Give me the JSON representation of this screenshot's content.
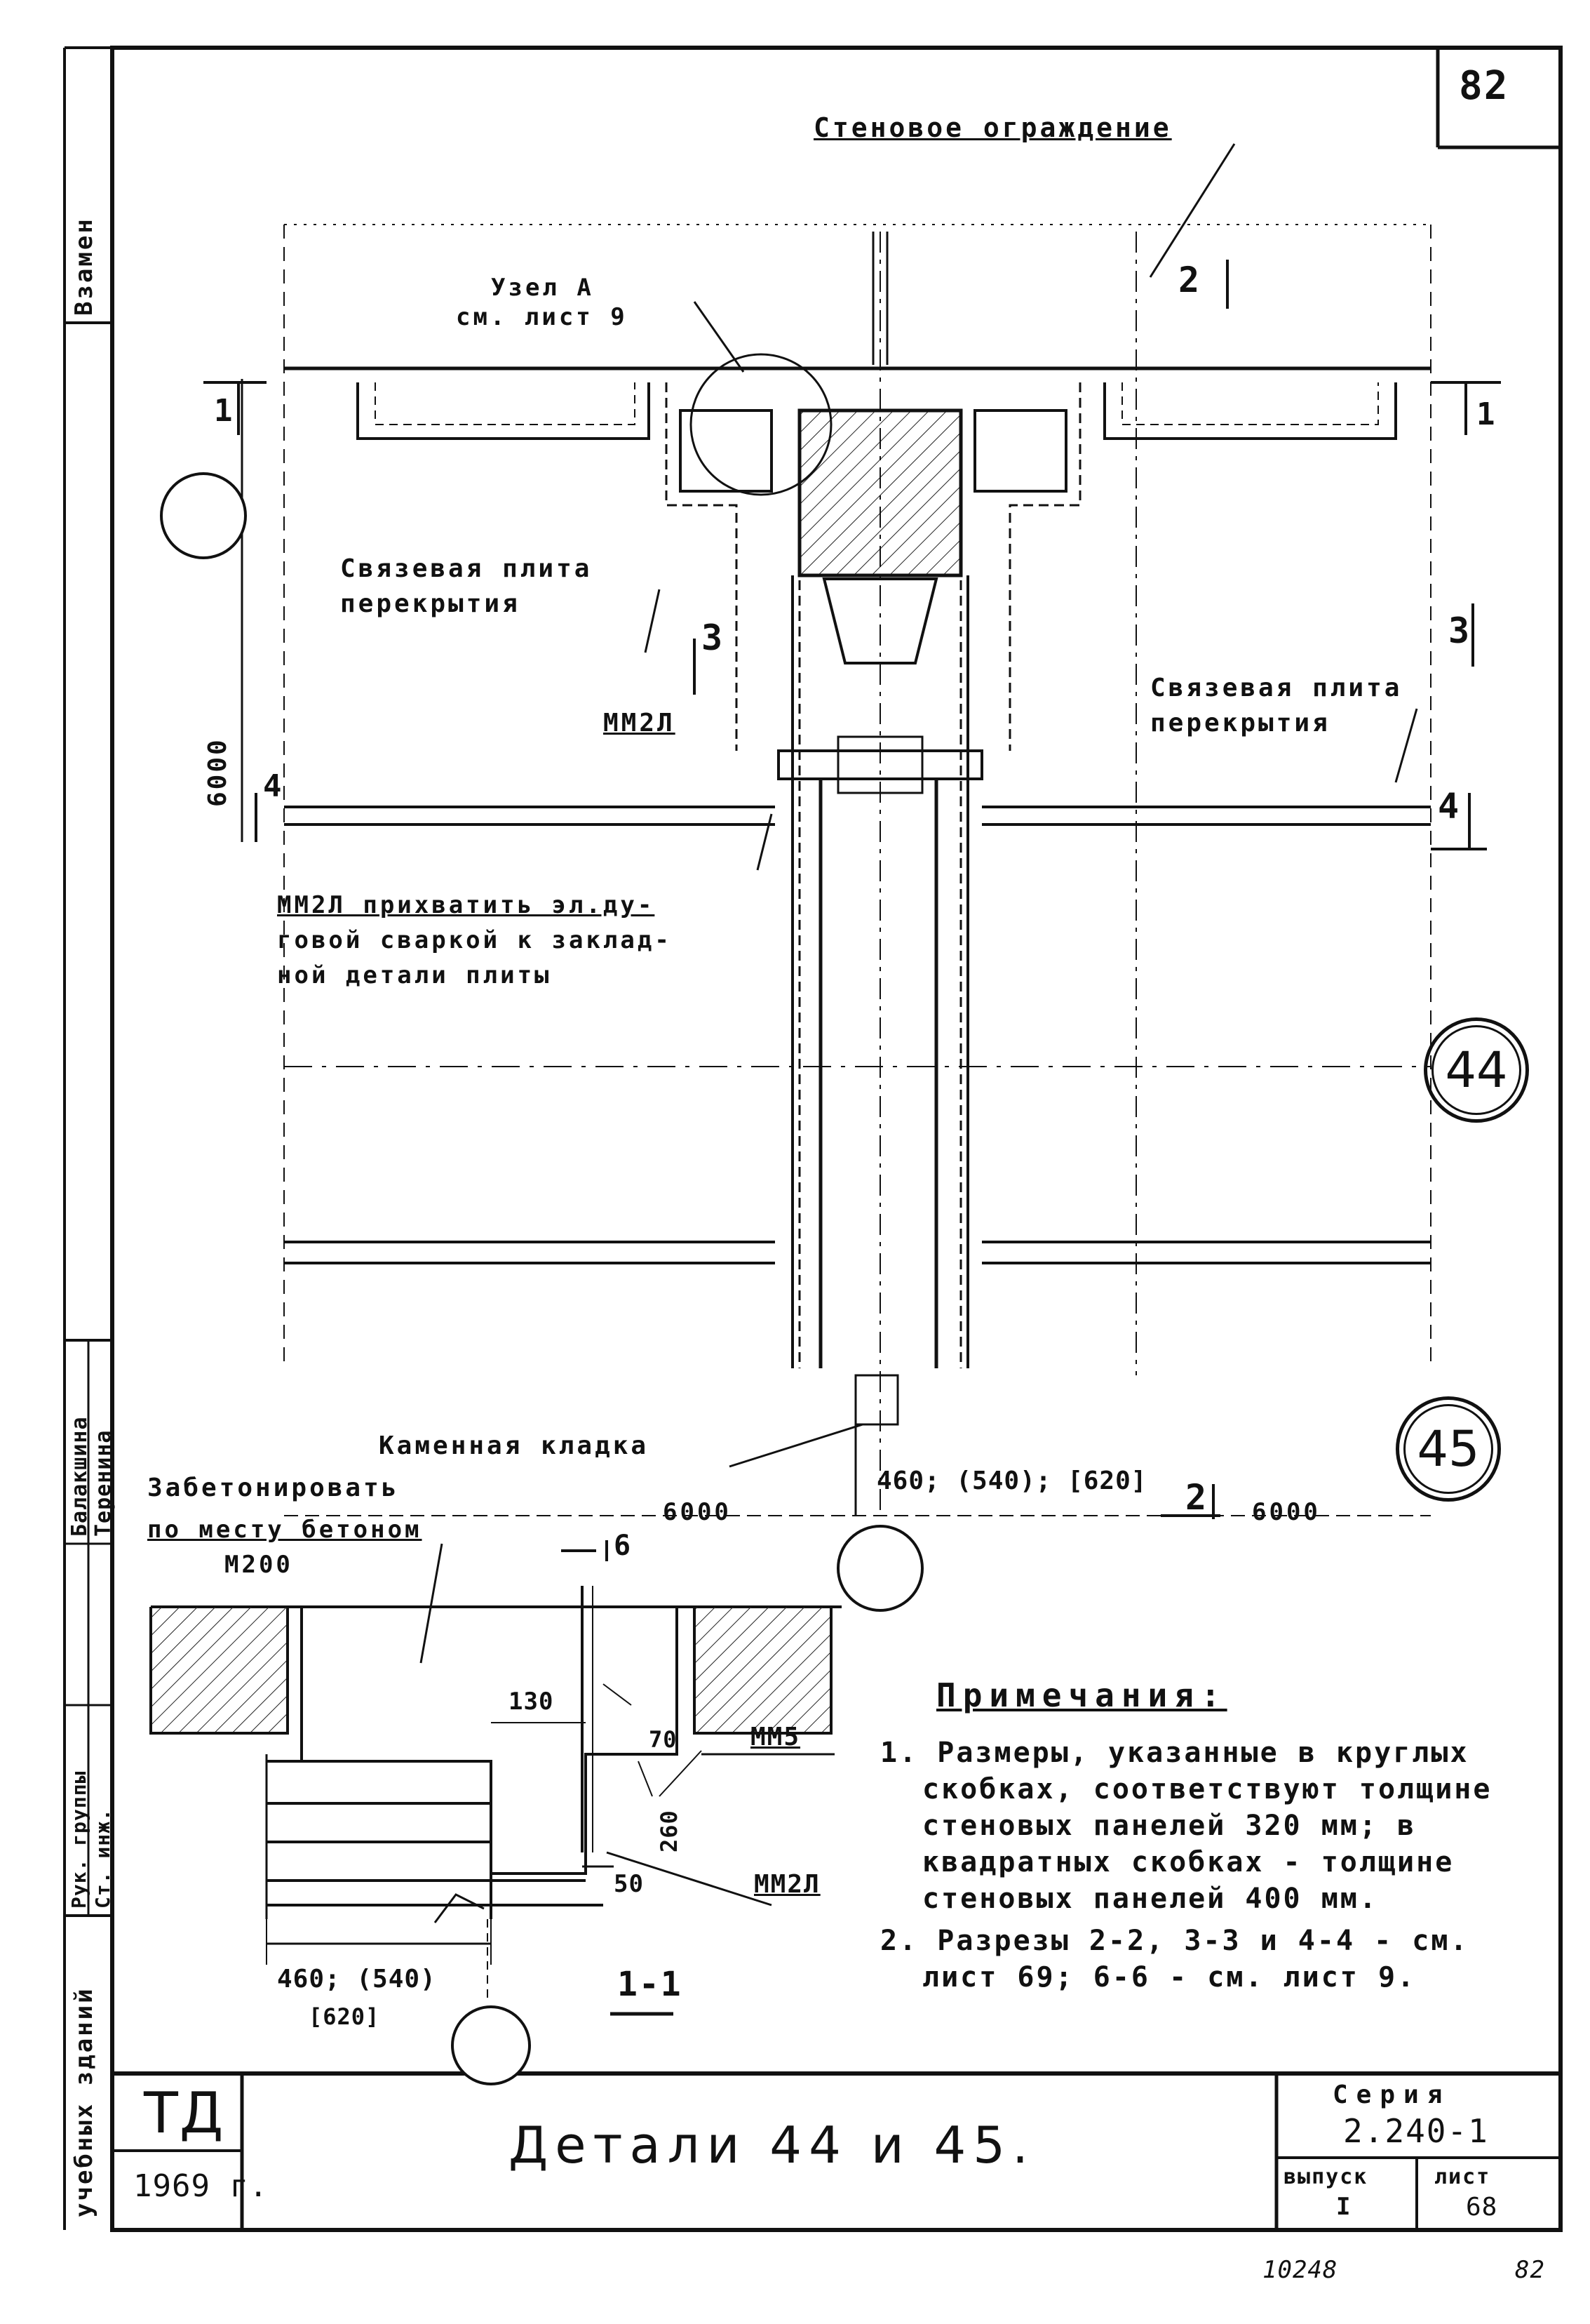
{
  "sheet_number": "82",
  "labels": {
    "wall_enclosure": "Стеновое ограждение",
    "node_a": "Узел А",
    "node_a_ref": "см. лист 9",
    "tie_plate_left_1": "Связевая плита",
    "tie_plate_left_2": "перекрытия",
    "tie_plate_right_1": "Связевая плита",
    "tie_plate_right_2": "перекрытия",
    "mm2l": "ММ2Л",
    "mm2l_weld_1": "ММ2Л прихватить эл.ду-",
    "mm2l_weld_2": "говой сваркой к заклад-",
    "mm2l_weld_3": "ной детали плиты",
    "dim_6000_vertical": "6000",
    "masonry": "Каменная кладка",
    "concrete_1": "Забетонировать",
    "concrete_2": "по месту бетоном",
    "concrete_3": "М200",
    "dim_460": "460; (540); [620]",
    "dim_6000_left": "6000",
    "dim_6000_right": "6000",
    "dim_130": "130",
    "dim_70": "70",
    "dim_260": "260",
    "dim_50": "50",
    "mm5": "ММ5",
    "mm2l_section": "ММ2Л",
    "dim_460_bottom": "460; (540)",
    "dim_620_bottom": "[620]",
    "section_1_1": "1-1",
    "detail_44": "44",
    "detail_45": "45",
    "cut_1": "1",
    "cut_2": "2",
    "cut_3": "3",
    "cut_4": "4",
    "cut_6": "6"
  },
  "notes": {
    "title": "Примечания:",
    "items": [
      "1. Размеры, указанные в круглых скобках, соответствуют толщине стеновых панелей 320 мм; в квадратных скобках - толщине стеновых панелей 400 мм.",
      "2. Разрезы 2-2, 3-3 и 4-4 - см. лист 69; 6-6 - см. лист 9."
    ]
  },
  "title_block": {
    "org": "ТД",
    "year": "1969 г.",
    "title": "Детали 44 и 45.",
    "series_label": "Серия",
    "series_value": "2.240-1",
    "issue_label": "выпуск",
    "issue_value": "I",
    "sheet_label": "лист",
    "sheet_value": "68"
  },
  "side_stamp": {
    "replace": "Взамен",
    "group_head": "Рук. группы",
    "engineer": "Ст. инж.",
    "name1": "Балакшина",
    "name2": "Теренина",
    "category": "учебных зданий"
  },
  "footer": {
    "inventory": "10248",
    "page": "82"
  }
}
